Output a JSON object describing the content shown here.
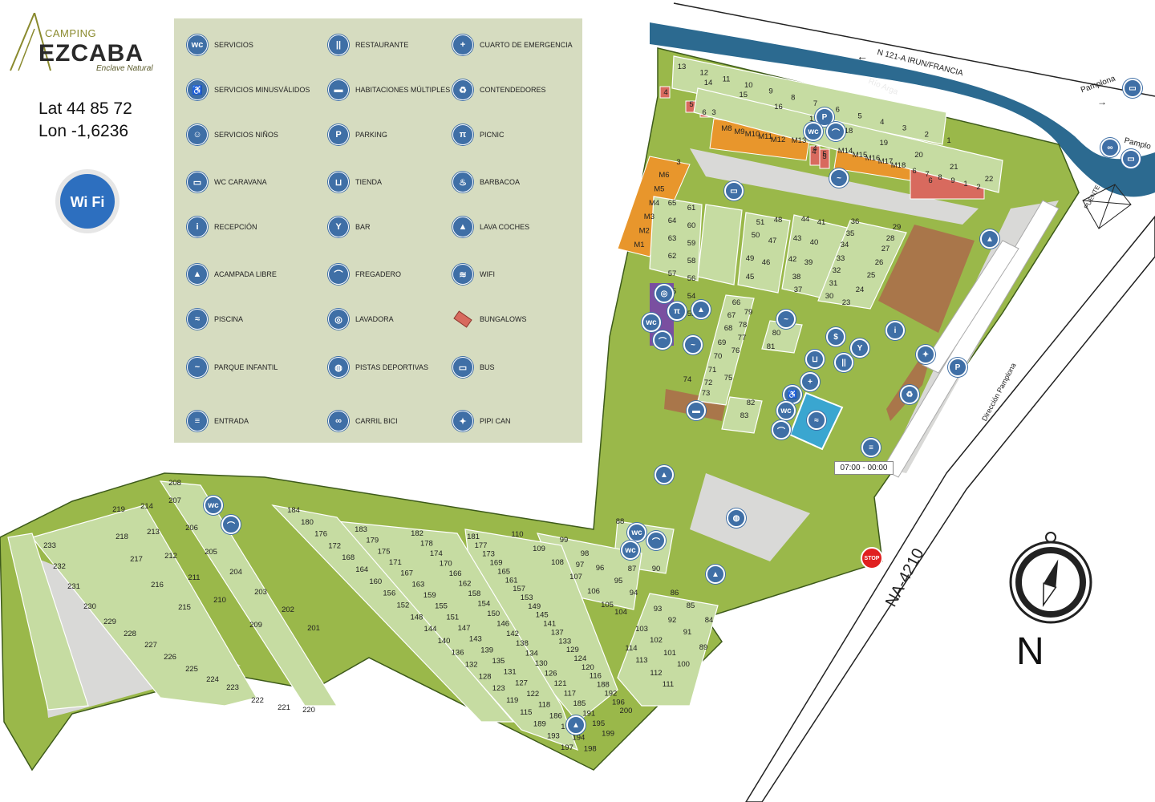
{
  "brand": {
    "camping": "CAMPING",
    "name": "EZCABA",
    "tagline": "Enclave Natural"
  },
  "location": {
    "lat": "Lat 44 85 72",
    "lon": "Lon -1,6236"
  },
  "wifi_badge": "Wi Fi",
  "legend": {
    "col1": [
      "SERVICIOS",
      "SERVICIOS MINUSVÁLIDOS",
      "SERVICIOS NIÑOS",
      "WC CARAVANA",
      "RECEPCIÓN",
      "ACAMPADA LIBRE",
      "PISCINA",
      "PARQUE INFANTIL",
      "ENTRADA"
    ],
    "col2": [
      "RESTAURANTE",
      "HABITACIONES MÚLTIPLES",
      "PARKING",
      "TIENDA",
      "BAR",
      "FREGADERO",
      "LAVADORA",
      "PISTAS DEPORTIVAS",
      "CARRIL BICI"
    ],
    "col3": [
      "CUARTO DE EMERGENCIA",
      "CONTENDEDORES",
      "PICNIC",
      "BARBACOA",
      "LAVA COCHES",
      "WIFI",
      "BUNGALOWS",
      "BUS",
      "PIPI CAN"
    ],
    "icons1": [
      "wc-icon",
      "wheelchair-icon",
      "child-icon",
      "caravan-wc-icon",
      "info-icon",
      "tent-icon",
      "pool-icon",
      "playground-icon",
      "entrance-icon"
    ],
    "icons2": [
      "restaurant-icon",
      "bed-icon",
      "parking-icon",
      "cart-icon",
      "bar-icon",
      "sink-icon",
      "washer-icon",
      "sports-icon",
      "bike-icon"
    ],
    "icons3": [
      "first-aid-icon",
      "recycle-icon",
      "picnic-icon",
      "barbecue-icon",
      "carwash-icon",
      "wifi-icon",
      "bungalow-icon",
      "bus-icon",
      "dog-icon"
    ]
  },
  "map": {
    "road_top": "N 121-A IRUN/FRANCIA",
    "river": "Río Arga",
    "pamplona_top": "Pamplona",
    "pamplona_right": "Pamplo",
    "bridge": "PUENTE",
    "direction": "Dirección Pamplona",
    "road_main": "NA-4210",
    "hours": "07:00 - 00:00",
    "stop": "STOP",
    "north": "N",
    "colors": {
      "grass": "#9ab84a",
      "plot": "#c6dca2",
      "bungalow": "#e8962c",
      "water": "#2c6a90",
      "pool": "#3aa6d0",
      "road": "#d9d9d7",
      "building": "#a9764a"
    }
  },
  "plots": {
    "top_row": [
      "13",
      "12",
      "11",
      "10",
      "9",
      "8",
      "7",
      "6",
      "5",
      "4",
      "3",
      "2",
      "1"
    ],
    "second_row": [
      "14",
      "15",
      "16",
      "17",
      "18",
      "19",
      "20",
      "21",
      "22"
    ],
    "bungalow_m_top": [
      "M8",
      "M9",
      "M10",
      "M11",
      "M12",
      "M13",
      "M14",
      "M15",
      "M16",
      "M17",
      "M18"
    ],
    "bungalow_m_left": [
      "M6",
      "M5",
      "M4",
      "M3",
      "M2",
      "M1"
    ],
    "bungalow_small": [
      "4",
      "5",
      "6",
      "3",
      "4",
      "5",
      "6",
      "7",
      "8",
      "9",
      "1",
      "2",
      "3",
      "4",
      "5",
      "6"
    ],
    "central_a": [
      "65",
      "61",
      "64",
      "60",
      "63",
      "59",
      "62",
      "58",
      "57",
      "56",
      "55",
      "54",
      "53",
      "52"
    ],
    "central_b": [
      "51",
      "48",
      "50",
      "47",
      "49",
      "46",
      "45",
      "44",
      "41",
      "43",
      "40",
      "42",
      "39",
      "38",
      "37"
    ],
    "central_c": [
      "36",
      "29",
      "35",
      "28",
      "34",
      "27",
      "33",
      "26",
      "32",
      "25",
      "31",
      "24",
      "30",
      "23"
    ],
    "mid": [
      "66",
      "79",
      "67",
      "78",
      "68",
      "77",
      "69",
      "76",
      "70",
      "75",
      "71",
      "72",
      "73",
      "74",
      "80",
      "81",
      "82",
      "83"
    ],
    "lower_right": [
      "88",
      "87",
      "99",
      "98",
      "97",
      "96",
      "95",
      "94",
      "110",
      "109",
      "108",
      "107",
      "106",
      "105",
      "104",
      "86",
      "85",
      "84",
      "93",
      "92",
      "91",
      "89",
      "90",
      "103",
      "102",
      "101",
      "100",
      "114",
      "113",
      "112",
      "111"
    ],
    "lower_fan": [
      "184",
      "183",
      "182",
      "181",
      "180",
      "179",
      "178",
      "177",
      "176",
      "175",
      "174",
      "173",
      "172",
      "171",
      "170",
      "169",
      "168",
      "167",
      "166",
      "165",
      "164",
      "163",
      "162",
      "161",
      "160",
      "159",
      "158",
      "157",
      "156",
      "155",
      "154",
      "153",
      "152",
      "151",
      "150",
      "149",
      "148",
      "147",
      "146",
      "145",
      "144",
      "143",
      "142",
      "141",
      "140",
      "139",
      "138",
      "137",
      "136",
      "135",
      "134",
      "133",
      "132",
      "131",
      "130",
      "129",
      "128",
      "127",
      "126",
      "124",
      "123",
      "122",
      "121",
      "120",
      "119",
      "118",
      "117",
      "116",
      "115",
      "186",
      "185",
      "188",
      "189",
      "190",
      "191",
      "192",
      "193",
      "194",
      "195",
      "196",
      "197",
      "198",
      "199",
      "200"
    ],
    "lower_left": [
      "219",
      "218",
      "217",
      "216",
      "215",
      "214",
      "213",
      "212",
      "211",
      "210",
      "209",
      "208",
      "207",
      "206",
      "205",
      "204",
      "203",
      "202",
      "201",
      "233",
      "232",
      "231",
      "230",
      "229",
      "228",
      "227",
      "226",
      "225",
      "224",
      "223",
      "222",
      "221",
      "220"
    ]
  }
}
